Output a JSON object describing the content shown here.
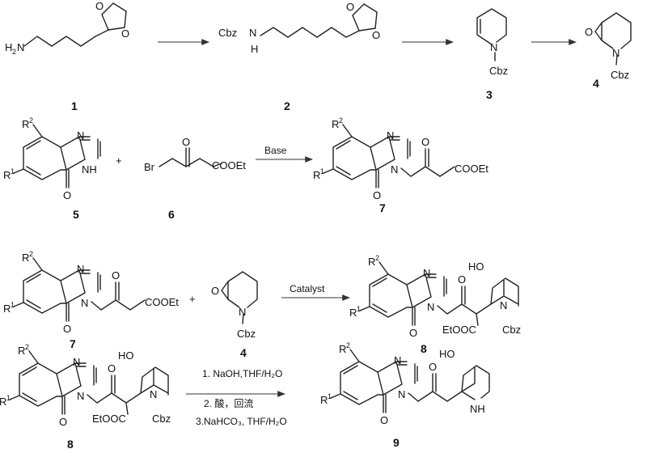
{
  "compounds": {
    "c1": {
      "number": "1",
      "groups": {
        "amine": "H",
        "amine_sub": "2",
        "amine_N": "N"
      }
    },
    "c2": {
      "number": "2",
      "groups": {
        "cbz": "Cbz",
        "nh": "N",
        "h": "H"
      }
    },
    "c3": {
      "number": "3",
      "groups": {
        "n": "N",
        "cbz": "Cbz"
      }
    },
    "c4": {
      "number": "4",
      "groups": {
        "o": "O",
        "n": "N",
        "cbz": "Cbz"
      }
    },
    "c5": {
      "number": "5",
      "groups": {
        "r2": "R",
        "r2_sup": "2",
        "r1": "R",
        "r1_sup": "1",
        "n": "N",
        "nh": "NH",
        "o": "O"
      }
    },
    "c6": {
      "number": "6",
      "groups": {
        "br": "Br",
        "o": "O",
        "ester": "COOEt"
      }
    },
    "c7": {
      "number": "7",
      "groups": {
        "r2": "R",
        "r2_sup": "2",
        "r1": "R",
        "r1_sup": "1",
        "n": "N",
        "n3": "N",
        "o": "O",
        "keto": "O",
        "ester": "COOEt"
      }
    },
    "c8": {
      "number": "8",
      "groups": {
        "ho": "HO",
        "n": "N",
        "ester": "EtOOC",
        "cbz": "Cbz"
      }
    },
    "c9": {
      "number": "9",
      "groups": {
        "ho": "HO",
        "nh": "NH"
      }
    }
  },
  "symbols": {
    "plus": "+"
  },
  "conditions": {
    "row2": "Base",
    "row3": "Catalyst",
    "row4": [
      "1. NaOH,THF/H₂O",
      "2. 酸，回流",
      "3.NaHCO₃, THF/H₂O"
    ]
  }
}
